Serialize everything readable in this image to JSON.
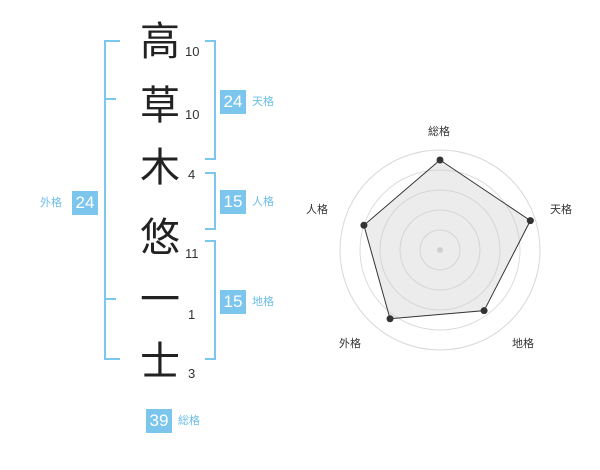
{
  "name_chars": [
    {
      "char": "高",
      "strokes": "10"
    },
    {
      "char": "草",
      "strokes": "10"
    },
    {
      "char": "木",
      "strokes": "4"
    },
    {
      "char": "悠",
      "strokes": "11"
    },
    {
      "char": "一",
      "strokes": "1"
    },
    {
      "char": "士",
      "strokes": "3"
    }
  ],
  "fortunes": {
    "tenkaku": {
      "value": "24",
      "label": "天格"
    },
    "jinkaku": {
      "value": "15",
      "label": "人格"
    },
    "chikaku": {
      "value": "15",
      "label": "地格"
    },
    "gaikaku": {
      "value": "24",
      "label": "外格"
    },
    "soukaku": {
      "value": "39",
      "label": "総格"
    }
  },
  "colors": {
    "accent": "#7cc6ee",
    "accent_text": "#6bbde9"
  },
  "radar": {
    "labels": [
      "総格",
      "天格",
      "地格",
      "外格",
      "人格"
    ],
    "values": [
      0.9,
      0.95,
      0.75,
      0.85,
      0.8
    ],
    "rings": 5
  }
}
